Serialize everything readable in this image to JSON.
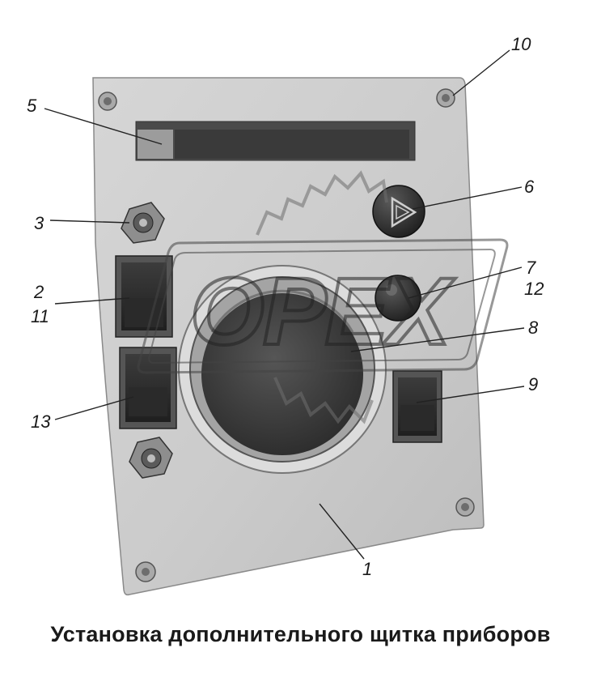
{
  "caption": "Установка дополнительного щитка приборов",
  "watermark": {
    "text": "OPEX",
    "kind": "logo"
  },
  "callouts": {
    "c1": "1",
    "c2": "2",
    "c3": "3",
    "c5": "5",
    "c6": "6",
    "c7": "7",
    "c8": "8",
    "c9": "9",
    "c10": "10",
    "c11": "11",
    "c12": "12",
    "c13": "13"
  }
}
